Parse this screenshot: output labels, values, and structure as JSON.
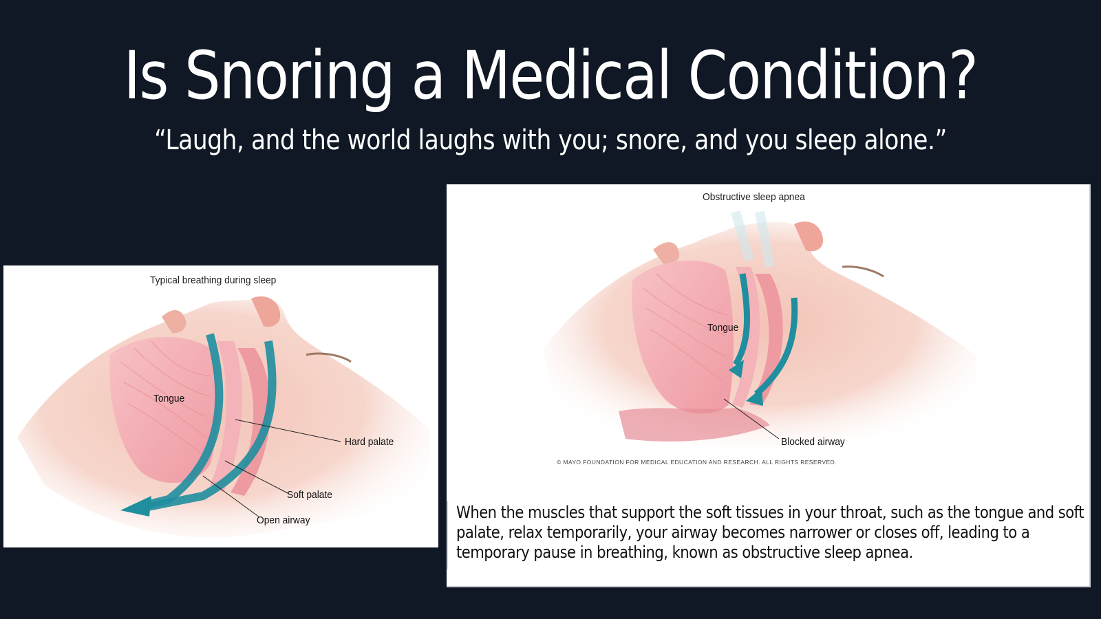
{
  "slide": {
    "title": "Is Snoring a Medical Condition?",
    "quote": "“Laugh, and the world laughs with you; snore, and you sleep alone.”",
    "background_color": "#0f1824",
    "text_color": "#ffffff"
  },
  "figure_left": {
    "caption": "Typical breathing during sleep",
    "labels": {
      "tongue": "Tongue",
      "hard_palate": "Hard palate",
      "soft_palate": "Soft palate",
      "open_airway": "Open airway"
    },
    "airflow_color": "#1f8e9e"
  },
  "figure_right": {
    "caption": "Obstructive sleep apnea",
    "labels": {
      "tongue": "Tongue",
      "blocked_airway": "Blocked airway"
    },
    "copyright": "© MAYO FOUNDATION FOR MEDICAL EDUCATION AND RESEARCH. ALL RIGHTS RESERVED.",
    "airflow_color": "#1f8e9e"
  },
  "description": "When the muscles that support the soft tissues in your throat, such as the tongue and soft palate, relax temporarily, your airway becomes narrower or closes off, leading to a temporary pause in breathing, known as obstructive sleep apnea."
}
